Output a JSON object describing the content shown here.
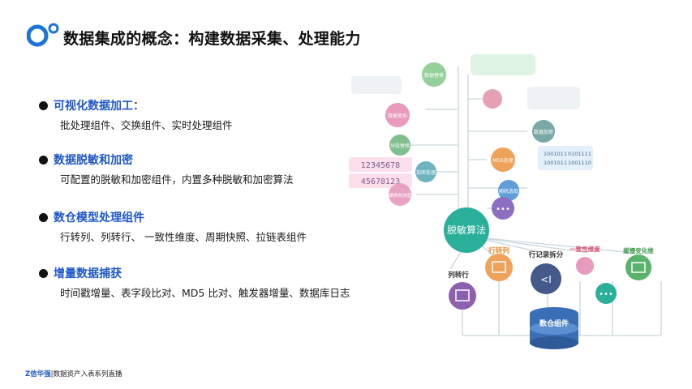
{
  "title": "数据集成的概念：构建数据采集、处理能力",
  "sections": [
    {
      "heading": "可视化数据加工",
      "suffix": "：",
      "description": "批处理组件、交换组件、实时处理组件"
    },
    {
      "heading": "数据脱敏和加密",
      "suffix": "",
      "description": "可配置的脱敏和加密组件，内置多种脱敏和加密算法"
    },
    {
      "heading": "数仓模型处理组件",
      "suffix": "",
      "description": "行转列、列转行、 一致性维度、周期快照、拉链表组件"
    },
    {
      "heading": "增量数据捕获",
      "suffix": "",
      "description": "时间戳增量、表字段比对、MD5  比对、触发器增量、数据库日志"
    }
  ],
  "diagram": {
    "hub_label": "脱敏算法",
    "sample_numbers_1": "12345678",
    "sample_numbers_2": "45678123",
    "desensitize_nodes": [
      "数据替换",
      "分段替换",
      "加密处理",
      "编排类加密",
      "数据变形",
      "MD5处理",
      "随机选取",
      "数据加密"
    ],
    "md5_sample": [
      "1001011",
      "1001011"
    ],
    "md5_result": [
      "0101111",
      "1001110"
    ],
    "warehouse_nodes": [
      "列转行",
      "行转列",
      "行记录拆分",
      "一致性维度",
      "缓慢变化维"
    ],
    "warehouse_label": "数仓组件"
  },
  "footer": {
    "brand": "Z信华强",
    "text": "|数据资产入表系列直播"
  },
  "colors": {
    "accent": "#1d57c9",
    "logo_blue": "#1d74d8",
    "hub": "#2ab09a"
  }
}
